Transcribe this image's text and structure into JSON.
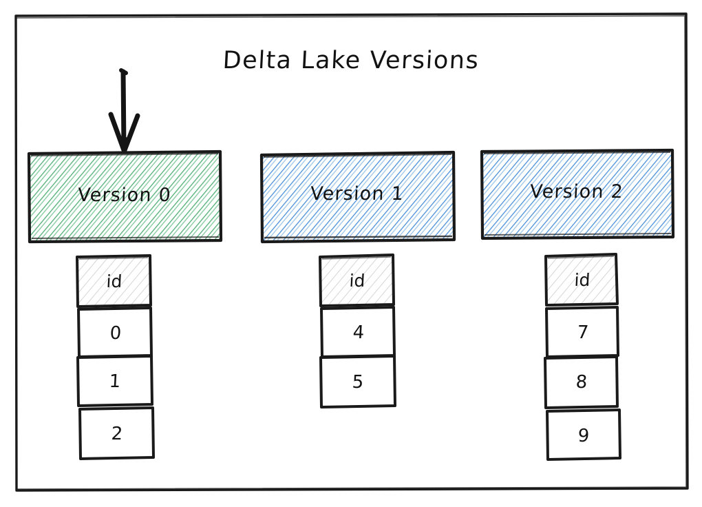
{
  "diagram": {
    "title": "Delta Lake Versions",
    "background": "#ffffff",
    "frame_color": "#1a1a1a",
    "annotation": {
      "arrow": "down-arrow",
      "points_to": "Version 0"
    },
    "versions": [
      {
        "id": "version-0",
        "label": "Version 0",
        "fill": "#4fae73",
        "hatch_color": "#4fae73",
        "table": {
          "header": "id",
          "header_hatch": "#cfcfcf",
          "rows": [
            "0",
            "1",
            "2"
          ]
        }
      },
      {
        "id": "version-1",
        "label": "Version 1",
        "fill": "#5b9bd5",
        "hatch_color": "#5b9bd5",
        "table": {
          "header": "id",
          "header_hatch": "#cfcfcf",
          "rows": [
            "4",
            "5"
          ]
        }
      },
      {
        "id": "version-2",
        "label": "Version 2",
        "fill": "#5b9bd5",
        "hatch_color": "#5b9bd5",
        "table": {
          "header": "id",
          "header_hatch": "#cfcfcf",
          "rows": [
            "7",
            "8",
            "9"
          ]
        }
      }
    ]
  }
}
